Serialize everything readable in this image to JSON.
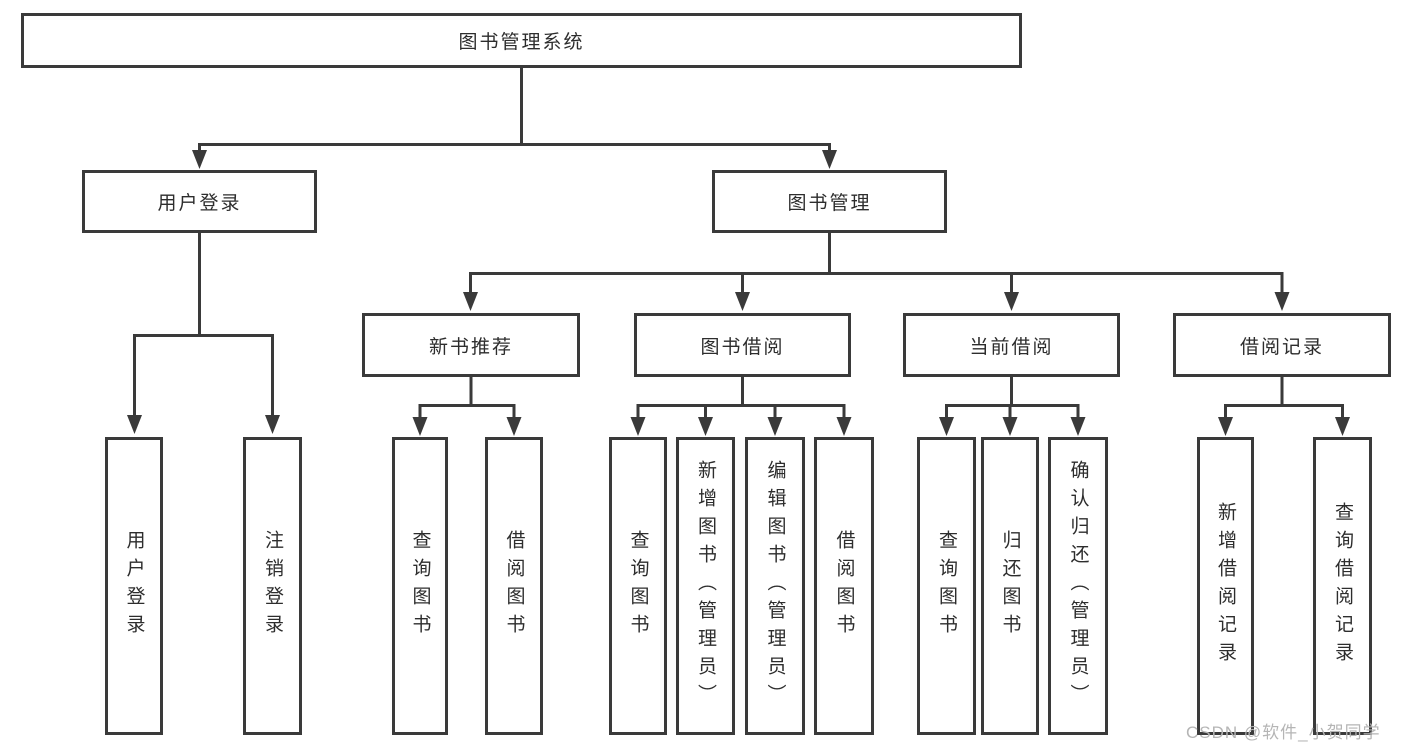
{
  "diagram": {
    "root": {
      "label": "图书管理系统"
    },
    "level2": [
      {
        "label": "用户登录"
      },
      {
        "label": "图书管理"
      }
    ],
    "level3": [
      {
        "label": "新书推荐"
      },
      {
        "label": "图书借阅"
      },
      {
        "label": "当前借阅"
      },
      {
        "label": "借阅记录"
      }
    ],
    "leaves": [
      {
        "label": "用户登录"
      },
      {
        "label": "注销登录"
      },
      {
        "label": "查询图书"
      },
      {
        "label": "借阅图书"
      },
      {
        "label": "查询图书"
      },
      {
        "label": "新增图书（管理员）"
      },
      {
        "label": "编辑图书（管理员）"
      },
      {
        "label": "借阅图书"
      },
      {
        "label": "查询图书"
      },
      {
        "label": "归还图书"
      },
      {
        "label": "确认归还（管理员）"
      },
      {
        "label": "新增借阅记录"
      },
      {
        "label": "查询借阅记录"
      }
    ],
    "watermark": "CSDN @软件_小贺同学",
    "colors": {
      "line": "#3a3a3a",
      "text": "#2d2d2d",
      "background": "#ffffff",
      "watermark": "#b5b5b5"
    }
  }
}
